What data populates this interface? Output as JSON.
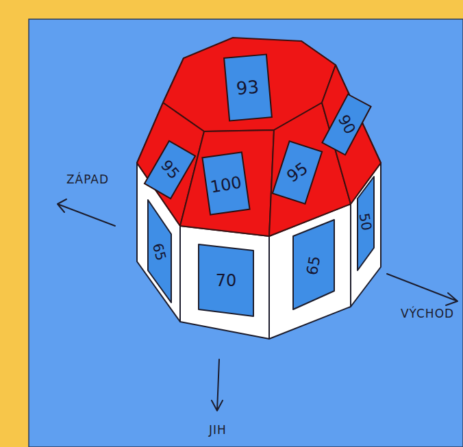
{
  "diagram": {
    "labels": [
      "93",
      "95",
      "100",
      "95",
      "90",
      "65",
      "70",
      "65",
      "50",
      "ZÁPAD",
      "VÝCHOD",
      "JIH"
    ]
  }
}
